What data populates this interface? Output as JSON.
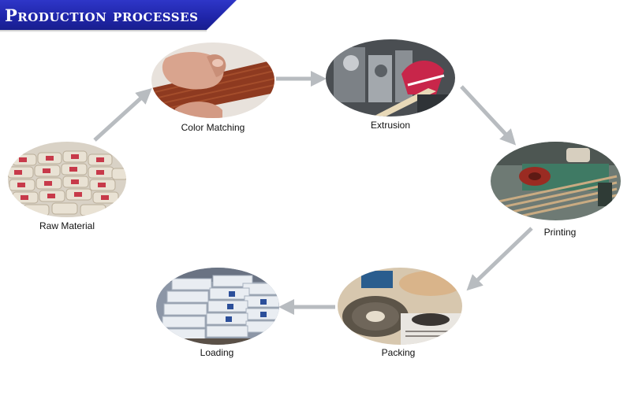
{
  "header": {
    "title": "Production processes",
    "color": "#1f25a8"
  },
  "arrow_color": "#b8bcc0",
  "steps": [
    {
      "id": "raw-material",
      "label": "Raw Material",
      "icon": "cement-bags-photo"
    },
    {
      "id": "color-matching",
      "label": "Color Matching",
      "icon": "wood-edge-strip-photo"
    },
    {
      "id": "extrusion",
      "label": "Extrusion",
      "icon": "extrusion-machine-photo"
    },
    {
      "id": "printing",
      "label": "Printing",
      "icon": "printing-machine-photo"
    },
    {
      "id": "packing",
      "label": "Packing",
      "icon": "tape-rolls-photo"
    },
    {
      "id": "loading",
      "label": "Loading",
      "icon": "stacked-boxes-photo"
    }
  ]
}
